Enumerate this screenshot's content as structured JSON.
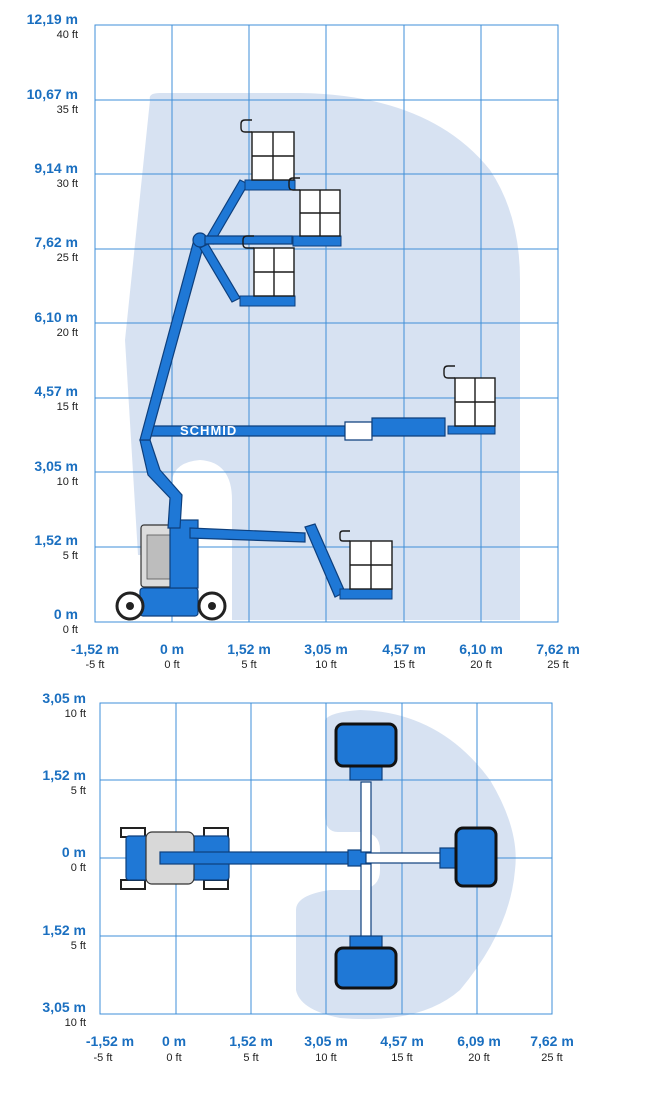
{
  "side_view": {
    "y_axis": [
      {
        "m": "12,19 m",
        "ft": "40 ft"
      },
      {
        "m": "10,67 m",
        "ft": "35 ft"
      },
      {
        "m": "9,14 m",
        "ft": "30 ft"
      },
      {
        "m": "7,62 m",
        "ft": "25 ft"
      },
      {
        "m": "6,10 m",
        "ft": "20 ft"
      },
      {
        "m": "4,57 m",
        "ft": "15 ft"
      },
      {
        "m": "3,05 m",
        "ft": "10 ft"
      },
      {
        "m": "1,52 m",
        "ft": "5 ft"
      },
      {
        "m": "0 m",
        "ft": "0 ft"
      }
    ],
    "x_axis": [
      {
        "m": "-1,52 m",
        "ft": "-5 ft"
      },
      {
        "m": "0 m",
        "ft": "0 ft"
      },
      {
        "m": "1,52 m",
        "ft": "5 ft"
      },
      {
        "m": "3,05 m",
        "ft": "10 ft"
      },
      {
        "m": "4,57 m",
        "ft": "15 ft"
      },
      {
        "m": "6,10 m",
        "ft": "20 ft"
      },
      {
        "m": "7,62 m",
        "ft": "25 ft"
      }
    ],
    "brand": "SCHMID"
  },
  "top_view": {
    "y_axis": [
      {
        "m": "3,05 m",
        "ft": "10 ft"
      },
      {
        "m": "1,52 m",
        "ft": "5 ft"
      },
      {
        "m": "0 m",
        "ft": "0 ft"
      },
      {
        "m": "1,52 m",
        "ft": "5 ft"
      },
      {
        "m": "3,05 m",
        "ft": "10 ft"
      }
    ],
    "x_axis": [
      {
        "m": "-1,52 m",
        "ft": "-5 ft"
      },
      {
        "m": "0 m",
        "ft": "0 ft"
      },
      {
        "m": "1,52 m",
        "ft": "5 ft"
      },
      {
        "m": "3,05 m",
        "ft": "10 ft"
      },
      {
        "m": "4,57 m",
        "ft": "15 ft"
      },
      {
        "m": "6,09 m",
        "ft": "20 ft"
      },
      {
        "m": "7,62 m",
        "ft": "25 ft"
      }
    ]
  },
  "colors": {
    "accent": "#1a6fc0",
    "grid": "#3f8fd8",
    "envelope": "#c9d8ee",
    "boom": "#1f78d6"
  }
}
